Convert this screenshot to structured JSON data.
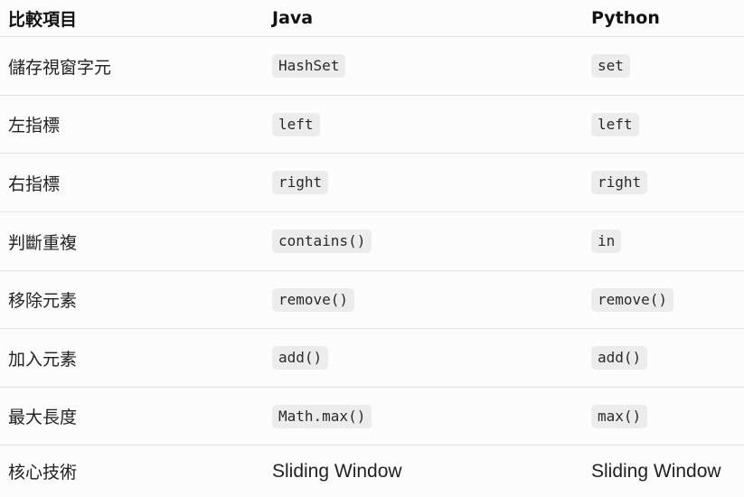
{
  "header": {
    "col_item": "比較項目",
    "col_java": "Java",
    "col_python": "Python"
  },
  "rows": [
    {
      "item": "儲存視窗字元",
      "java": "HashSet",
      "python": "set"
    },
    {
      "item": "左指標",
      "java": "left",
      "python": "left"
    },
    {
      "item": "右指標",
      "java": "right",
      "python": "right"
    },
    {
      "item": "判斷重複",
      "java": "contains()",
      "python": "in"
    },
    {
      "item": "移除元素",
      "java": "remove()",
      "python": "remove()"
    },
    {
      "item": "加入元素",
      "java": "add()",
      "python": "add()"
    },
    {
      "item": "最大長度",
      "java": "Math.max()",
      "python": "max()"
    },
    {
      "item": "核心技術",
      "java": "Sliding Window",
      "python": "Sliding Window"
    }
  ]
}
